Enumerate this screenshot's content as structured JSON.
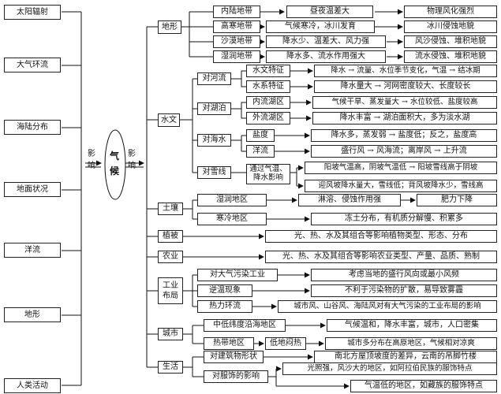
{
  "left": [
    "太阳辐射",
    "大气环流",
    "海陆分布",
    "地面状况",
    "洋流",
    "地形",
    "人类活动"
  ],
  "center": {
    "influence_in": "影响",
    "climate": "气候",
    "influence_out": "影响"
  },
  "terrain": {
    "label": "地形",
    "rows": [
      [
        "内陆地带",
        "昼夜温差大",
        "物理风化强烈"
      ],
      [
        "高寒地带",
        "气候寒冷，冰川发育",
        "冰川侵蚀地貌"
      ],
      [
        "沙漠地带",
        "降水少、温差大、风力强",
        "风沙侵蚀、堆积地貌"
      ],
      [
        "湿润地带",
        "降水多、流水作用强大",
        "流水侵蚀、堆积地貌"
      ]
    ]
  },
  "hydro": {
    "label": "水文",
    "river": {
      "label": "对河流",
      "feature": "水文特征",
      "feature_text": "降水 → 流量、水位季节变化，气温 → 结冰期",
      "system": "水系特征",
      "system_text": "降水量大 → 河网密度较大、长度较长"
    },
    "lake": {
      "label": "对湖泊",
      "inner": "内流湖区",
      "inner_text": "气候干旱、蒸发量大 → 水位较低、盐度较高",
      "outer": "外流湖区",
      "outer_text": "降水丰富 → 湖泊面积大，多为淡水湖"
    },
    "sea": {
      "label": "对海水",
      "salinity": "盐度",
      "salinity_text": "降水多，蒸发弱 → 盐度低；反之，盐度高",
      "current": "洋流",
      "current_text": "盛行风 → 风海流；离岸风 → 上升流"
    },
    "snow": {
      "label": "对雪线",
      "via": "通过气温、降水影响",
      "text1": "阳坡气温高，阴坡气温低 → 阳坡雪线高于阴坡",
      "text2": "迎风坡降水量大，雪线低；背风坡降水少，雪线高"
    }
  },
  "soil": {
    "label": "土壤",
    "humid": "湿润地区",
    "humid_mid": "淋溶、侵蚀作用强",
    "humid_end": "肥力下降",
    "cold": "寒冷地区",
    "cold_text": "冻土分布，有机质分解慢、积累多"
  },
  "vegetation": {
    "label": "植被",
    "text": "光、热、水及其组合等影响植物类型、形态、分布"
  },
  "agriculture": {
    "label": "农业",
    "text": "光、热、水及其组合等影响农业类型、产量、品质、熟制"
  },
  "industry": {
    "label": "工业布局",
    "air": "对大气污染工业",
    "air_text": "考虑当地的盛行风向或最小风频",
    "inversion": "逆温现象",
    "inversion_text": "不利于污染物的扩散，易导致雾霾",
    "thermal": "热力环流",
    "thermal_text": "城市风、山谷风、海陆风对有大气污染的工业布局的影响"
  },
  "city": {
    "label": "城市",
    "mid": "中低纬度沿海地区",
    "mid_text": "气候温和，降水丰富，城市，人口密集",
    "tropic": "热带地区",
    "tropic_mid": "低地闷热",
    "tropic_text": "城市多分布在高原地区，气候相对凉爽"
  },
  "life": {
    "label": "生活",
    "building": "对建筑物形状",
    "building_text": "南北方屋顶坡度的差异，云南的吊脚竹楼",
    "clothes": "对服饰的影响",
    "clothes1": "光照强，风沙大的地区，如阿拉伯民族的服饰特点",
    "clothes2": "气温低的地区，如藏族的服饰特点"
  }
}
